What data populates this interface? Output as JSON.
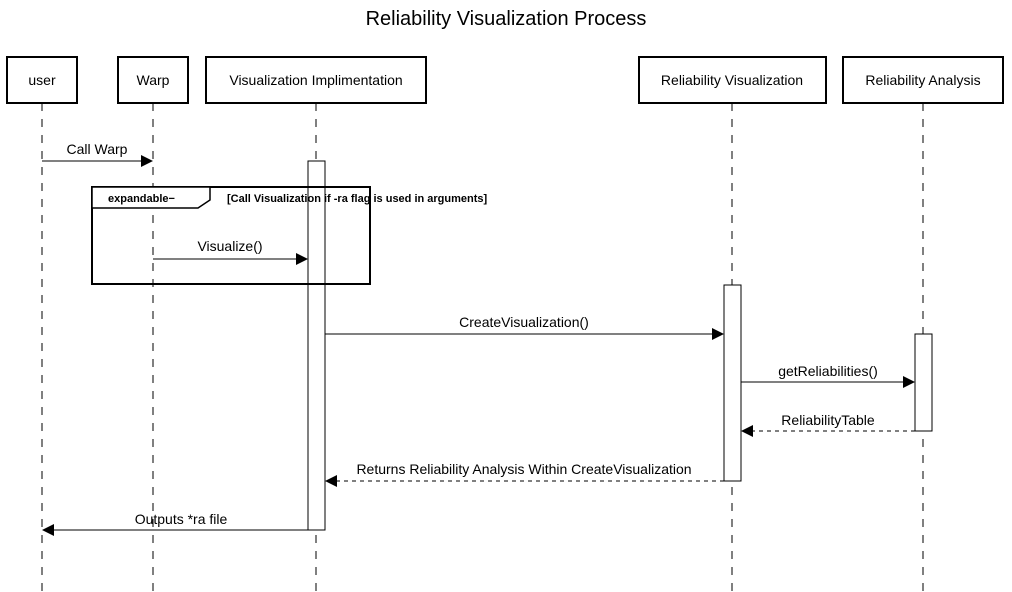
{
  "diagram": {
    "title": "Reliability Visualization Process",
    "frame": {
      "operator": "expandable−",
      "guard": "[Call Visualization if -ra flag is used in arguments]"
    },
    "actors": [
      {
        "id": "user",
        "label": "user"
      },
      {
        "id": "warp",
        "label": "Warp"
      },
      {
        "id": "vis_impl",
        "label": "Visualization Implimentation"
      },
      {
        "id": "rel_vis",
        "label": "Reliability Visualization"
      },
      {
        "id": "rel_analysis",
        "label": "Reliability Analysis"
      }
    ],
    "messages": [
      {
        "from": "user",
        "to": "warp",
        "label": "Call Warp",
        "style": "solid"
      },
      {
        "from": "warp",
        "to": "vis_impl",
        "label": "Visualize()",
        "style": "solid"
      },
      {
        "from": "vis_impl",
        "to": "rel_vis",
        "label": "CreateVisualization()",
        "style": "solid"
      },
      {
        "from": "rel_vis",
        "to": "rel_analysis",
        "label": "getReliabilities()",
        "style": "solid"
      },
      {
        "from": "rel_analysis",
        "to": "rel_vis",
        "label": "ReliabilityTable",
        "style": "dashed"
      },
      {
        "from": "rel_vis",
        "to": "vis_impl",
        "label": "Returns Reliability Analysis Within CreateVisualization",
        "style": "dashed"
      },
      {
        "from": "vis_impl",
        "to": "user",
        "label": "Outputs *ra file",
        "style": "solid"
      }
    ]
  }
}
